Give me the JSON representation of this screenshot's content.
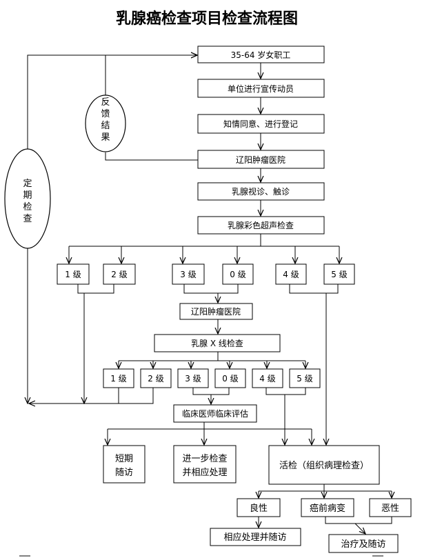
{
  "title": "乳腺癌检查项目检查流程图",
  "nodes": {
    "employees": "35-64 岁女职工",
    "mobilize": "单位进行宣传动员",
    "consent": "知情同意、进行登记",
    "hospital1": "辽阳肿瘤医院",
    "palpation": "乳腺视诊、触诊",
    "ultrasound": "乳腺彩色超声检查",
    "u_g1": "1 级",
    "u_g2": "2 级",
    "u_g3": "3 级",
    "u_g0": "0 级",
    "u_g4": "4 级",
    "u_g5": "5 级",
    "hospital2": "辽阳肿瘤医院",
    "xray": "乳腺 X 线检查",
    "x_g1": "1 级",
    "x_g2": "2 级",
    "x_g3": "3 级",
    "x_g0": "0 级",
    "x_g4": "4 级",
    "x_g5": "5 级",
    "clinical": "临床医师临床评估",
    "short_followup": [
      "短期",
      "随访"
    ],
    "further_check": [
      "进一步检查",
      "并相应处理"
    ],
    "biopsy": "活检（组织病理检查）",
    "benign": "良性",
    "precancer": "癌前病变",
    "malignant": "恶性",
    "benign_treat": "相应处理并随访",
    "treat_followup": "治疗及随访"
  },
  "ovals": {
    "feedback": [
      "反",
      "馈",
      "结",
      "果"
    ],
    "periodic": [
      "定",
      "期",
      "检",
      "查"
    ]
  }
}
